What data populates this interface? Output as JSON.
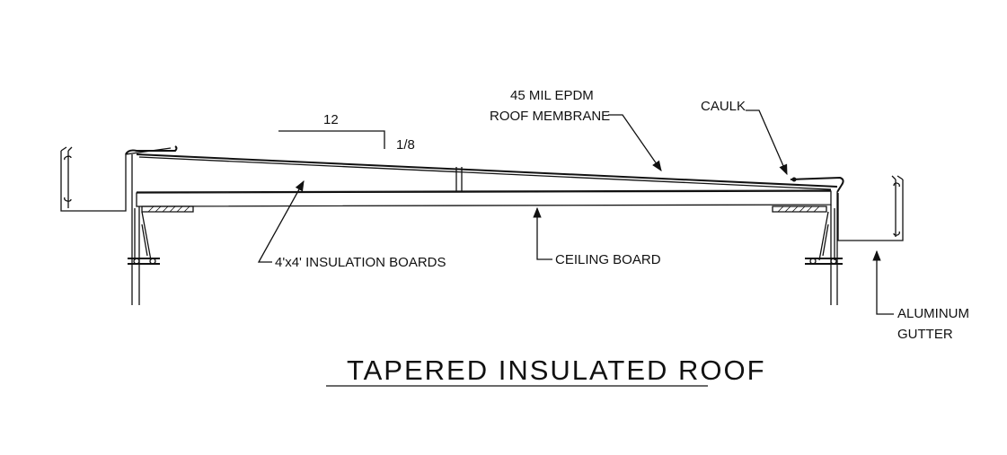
{
  "title": "TAPERED INSULATED ROOF",
  "slope": {
    "run": "12",
    "rise": "1/8"
  },
  "labels": {
    "membrane_line1": "45 MIL EPDM",
    "membrane_line2": "ROOF MEMBRANE",
    "caulk": "CAULK",
    "insulation": "4'x4' INSULATION BOARDS",
    "ceiling": "CEILING BOARD",
    "gutter_line1": "ALUMINUM",
    "gutter_line2": "GUTTER"
  },
  "colors": {
    "ink": "#111111",
    "background": "#ffffff"
  }
}
